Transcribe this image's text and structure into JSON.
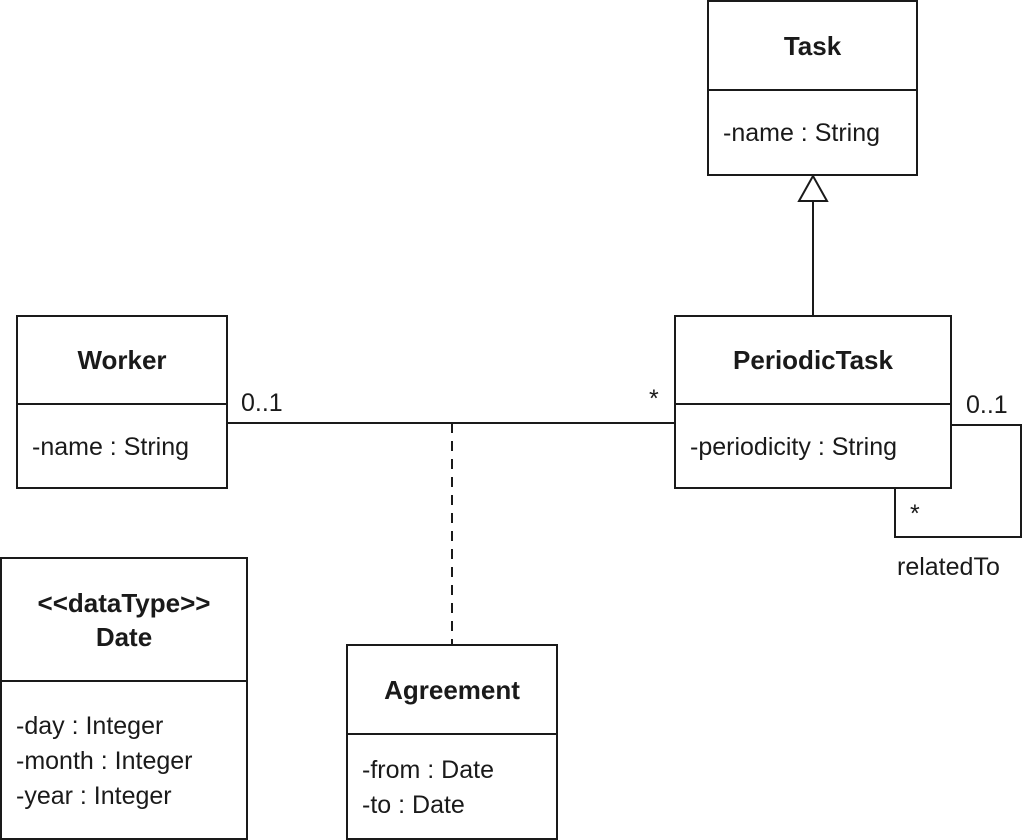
{
  "classes": {
    "task": {
      "name": "Task",
      "attributes": [
        "-name : String"
      ]
    },
    "worker": {
      "name": "Worker",
      "attributes": [
        "-name : String"
      ]
    },
    "periodic_task": {
      "name": "PeriodicTask",
      "attributes": [
        "-periodicity : String"
      ]
    },
    "date": {
      "stereotype": "<<dataType>>",
      "name": "Date",
      "attributes": [
        "-day : Integer",
        "-month : Integer",
        "-year : Integer"
      ]
    },
    "agreement": {
      "name": "Agreement",
      "attributes": [
        "-from : Date",
        "-to : Date"
      ]
    }
  },
  "associations": {
    "worker_periodictask": {
      "worker_end": "0..1",
      "periodictask_end": "*"
    },
    "related_to": {
      "role": "relatedTo",
      "upper_end": "0..1",
      "lower_end": "*"
    }
  }
}
